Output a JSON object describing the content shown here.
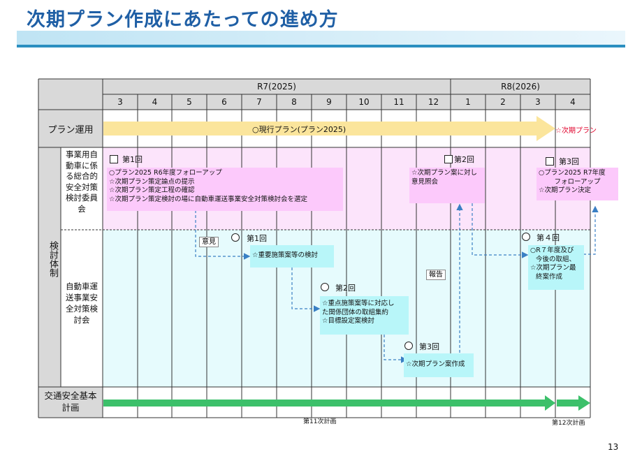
{
  "title": "次期プラン作成にあたっての進め方",
  "year_headers": [
    "R7(2025)",
    "R8(2026)"
  ],
  "months": [
    "3",
    "4",
    "5",
    "6",
    "7",
    "8",
    "9",
    "10",
    "11",
    "12",
    "1",
    "2",
    "3",
    "4"
  ],
  "rows": {
    "plan_operation": "プラン運用",
    "committee_system": "検討体制",
    "comprehensive_committee": "事業用自動車に係る総合的安全対策検討委員会",
    "transport_committee": "自動車運送事業安全対策検討会",
    "basic_plan": "交通安全基本計画"
  },
  "plan_bar": {
    "current": "○現行プラン(プラン2025)",
    "next": "☆次期プラン"
  },
  "committee_meetings": [
    {
      "label": "第1回",
      "lines": [
        "○プラン2025 R6年度フォローアップ",
        "☆次期プラン策定論点の提示",
        "☆次期プラン策定工程の確認",
        "☆次期プラン策定検討の場に自動車運送事業安全対策検討会を選定"
      ]
    },
    {
      "label": "第2回",
      "lines": [
        "☆次期プラン案に対し",
        "意見照会"
      ]
    },
    {
      "label": "第3回",
      "lines": [
        "○プラン2025 R7年度",
        "フォローアップ",
        "☆次期プラン決定"
      ]
    }
  ],
  "transport_meetings": [
    {
      "label": "第1回",
      "lines": [
        "☆重要施策案等の検討"
      ]
    },
    {
      "label": "第2回",
      "lines": [
        "☆重点施策案等に対応し",
        "た関係団体の取組集約",
        "☆目標設定案検討"
      ]
    },
    {
      "label": "第3回",
      "lines": [
        "☆次期プラン案作成"
      ]
    },
    {
      "label": "第４回",
      "lines": [
        "○R７年度及び",
        "今後の取組、",
        "☆次期プラン最",
        "終案作成"
      ]
    }
  ],
  "tags": {
    "opinion": "意見",
    "report": "報告"
  },
  "basic_plan_labels": {
    "plan11": "第11次計画",
    "plan12": "第12次計画"
  },
  "page_number": "13",
  "colors": {
    "title": "#1f5fa5",
    "plan_arrow": "#fbe59c",
    "committee_bg": "#fce4fb",
    "committee_box": "#fcc9fb",
    "transport_bg": "#e6fbfd",
    "transport_box": "#b8f6f9",
    "basic_arrow": "#3cc06a",
    "next_plan": "#e0002a"
  }
}
